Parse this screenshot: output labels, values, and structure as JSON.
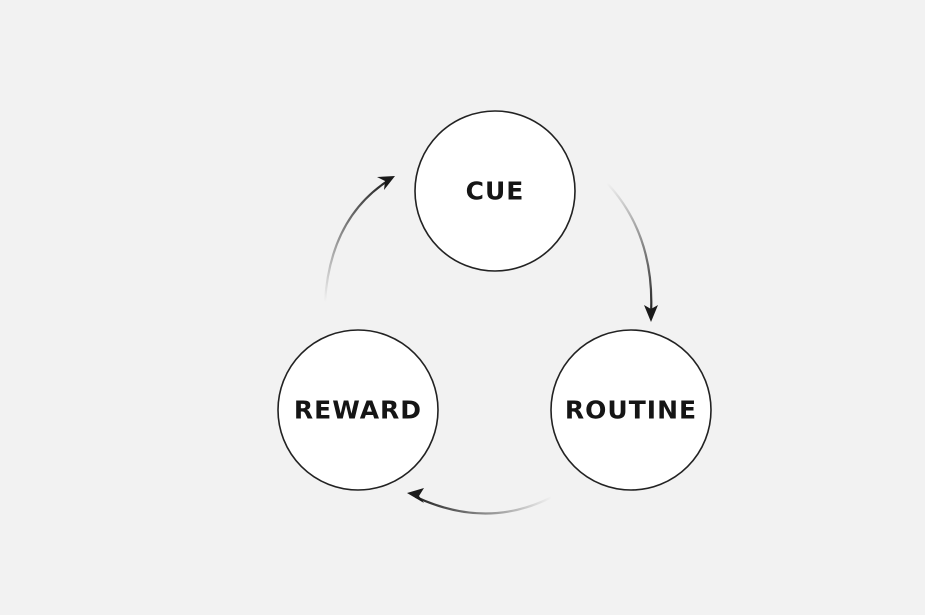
{
  "diagram": {
    "type": "cycle",
    "nodes": [
      {
        "id": "cue",
        "label": "CUE"
      },
      {
        "id": "routine",
        "label": "ROUTINE"
      },
      {
        "id": "reward",
        "label": "REWARD"
      }
    ],
    "edges": [
      {
        "from": "cue",
        "to": "routine"
      },
      {
        "from": "routine",
        "to": "reward"
      },
      {
        "from": "reward",
        "to": "cue"
      }
    ]
  },
  "colors": {
    "background": "#f2f2f2",
    "node_fill": "#ffffff",
    "node_stroke": "#222222",
    "arrow": "#1a1a1a"
  }
}
